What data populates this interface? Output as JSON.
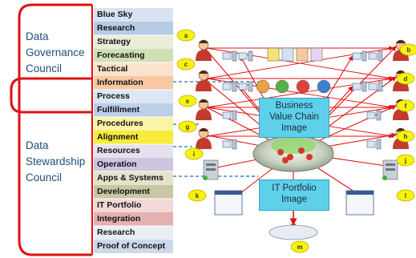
{
  "councils": {
    "governance": [
      "Data",
      "Governance",
      "Council"
    ],
    "stewardship": [
      "Data",
      "Stewardship",
      "Council"
    ]
  },
  "layers": [
    {
      "label": "Blue Sky",
      "color": "#d8e3f2"
    },
    {
      "label": "Research",
      "color": "#b7cbe6"
    },
    {
      "label": "Strategy",
      "color": "#e7efd8"
    },
    {
      "label": "Forecasting",
      "color": "#cfe0b5"
    },
    {
      "label": "Tactical",
      "color": "#fbe2cd"
    },
    {
      "label": "Information",
      "color": "#f7c8a1"
    },
    {
      "label": "Process",
      "color": "#dce6f4"
    },
    {
      "label": "Fulfillment",
      "color": "#bcd0ea"
    },
    {
      "label": "Procedures",
      "color": "#fbf3a6"
    },
    {
      "label": "Alignment",
      "color": "#f6ea3d"
    },
    {
      "label": "Resources",
      "color": "#e6e0ef"
    },
    {
      "label": "Operation",
      "color": "#cfc5e0"
    },
    {
      "label": "Apps & Systems",
      "color": "#e4e2cc"
    },
    {
      "label": "Development",
      "color": "#c9c6a4"
    },
    {
      "label": "IT Portfolio",
      "color": "#f4d7d7"
    },
    {
      "label": "Integration",
      "color": "#e4b1b1"
    },
    {
      "label": "Research",
      "color": "#e9eef5"
    },
    {
      "label": "Proof of Concept",
      "color": "#cdd9e8"
    }
  ],
  "boxes": {
    "business": [
      "Business",
      "Value Chain",
      "Image"
    ],
    "it": [
      "IT Portfolio",
      "Image"
    ]
  },
  "bubbles": [
    "a",
    "b",
    "c",
    "d",
    "e",
    "f",
    "g",
    "h",
    "i",
    "j",
    "k",
    "l",
    "m"
  ],
  "colors": {
    "bracket": "#e01010",
    "arrow": "#e01010",
    "dashed": "#2a6fb4",
    "council_text": "#1f4e79",
    "box_fill": "#5fd0ea",
    "bubble_fill": "#f6f20a"
  }
}
